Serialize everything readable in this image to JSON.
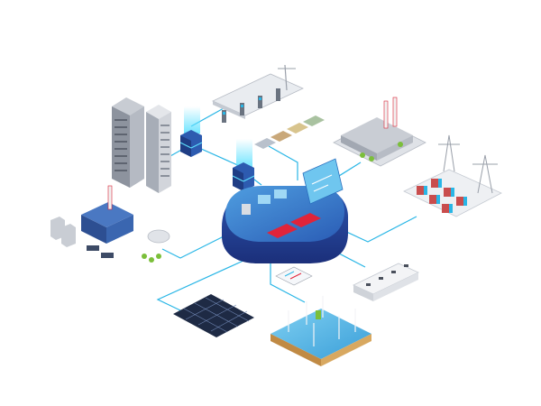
{
  "diagram": {
    "title": "",
    "palette": {
      "link": "#29b6e6",
      "cloud_top": "#3c79c6",
      "cloud_side": "#2446a0",
      "cloud_glow": "#5ee1ff",
      "accent_red": "#e0243a",
      "building_gray": "#9aa0aa",
      "solar_panel": "#1e2a44",
      "sea": "#4fb6e8",
      "grass": "#7bbf3a"
    },
    "hub": {
      "id": "cloud-platform",
      "icon": "cloud-data-center-icon"
    },
    "nodes": [
      {
        "id": "office-towers",
        "icon": "office-building-icon"
      },
      {
        "id": "data-server-1",
        "icon": "server-stack-icon"
      },
      {
        "id": "data-server-2",
        "icon": "server-stack-icon"
      },
      {
        "id": "ev-charging-station",
        "icon": "ev-charging-icon"
      },
      {
        "id": "electric-cars",
        "icon": "car-icon"
      },
      {
        "id": "factory",
        "icon": "factory-icon"
      },
      {
        "id": "power-plant",
        "icon": "power-plant-icon"
      },
      {
        "id": "substation",
        "icon": "substation-icon"
      },
      {
        "id": "battery-storage",
        "icon": "battery-storage-icon"
      },
      {
        "id": "solar-farm",
        "icon": "solar-panel-icon"
      },
      {
        "id": "offshore-wind-farm",
        "icon": "wind-turbine-icon"
      },
      {
        "id": "analytics-report",
        "icon": "report-chart-icon"
      }
    ],
    "links": [
      {
        "from": "cloud-platform",
        "to": "data-server-1"
      },
      {
        "from": "cloud-platform",
        "to": "data-server-2"
      },
      {
        "from": "cloud-platform",
        "to": "electric-cars"
      },
      {
        "from": "cloud-platform",
        "to": "factory"
      },
      {
        "from": "cloud-platform",
        "to": "substation"
      },
      {
        "from": "cloud-platform",
        "to": "power-plant"
      },
      {
        "from": "cloud-platform",
        "to": "battery-storage"
      },
      {
        "from": "cloud-platform",
        "to": "solar-farm"
      },
      {
        "from": "cloud-platform",
        "to": "offshore-wind-farm"
      },
      {
        "from": "data-server-1",
        "to": "office-towers"
      },
      {
        "from": "data-server-1",
        "to": "ev-charging-station"
      }
    ]
  }
}
